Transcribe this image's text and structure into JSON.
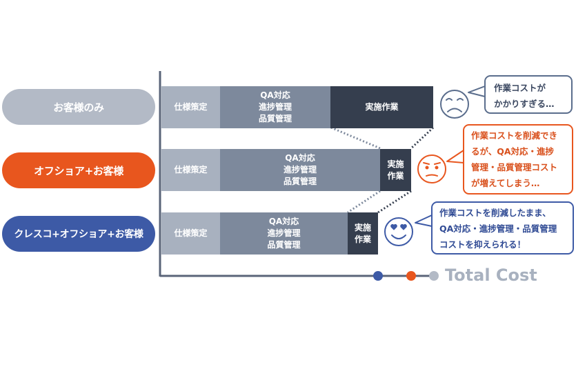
{
  "rows": [
    {
      "label": "お客様のみ",
      "label_color": "#b3bac6",
      "segments": [
        "仕様策定",
        "QA対応\n進捗管理\n品質管理",
        "実施作業"
      ],
      "bubble": "作業コストが\nかかりすぎる…",
      "bubble_color": "#5a6d8c",
      "face_icon": "sad-face-icon"
    },
    {
      "label": "オフショア+お客様",
      "label_color": "#e8561e",
      "segments": [
        "仕様策定",
        "QA対応\n進捗管理\n品質管理",
        "実施\n作業"
      ],
      "bubble": "作業コストを削減でき\nるが、QA対応・進捗\n管理・品質管理コスト\nが増えてしまう…",
      "bubble_color": "#e8561e",
      "face_icon": "worried-face-icon"
    },
    {
      "label": "クレスコ+オフショア+お客様",
      "label_color": "#3d5aa6",
      "segments": [
        "仕様策定",
        "QA対応\n進捗管理\n品質管理",
        "実施\n作業"
      ],
      "bubble": "作業コストを削減したまま、\nQA対応・進捗管理・品質管理\nコストを抑えられる！",
      "bubble_color": "#3d5aa6",
      "face_icon": "heart-eyes-face-icon"
    }
  ],
  "axis": {
    "label": "Total Cost",
    "dot_colors": [
      "#3d5aa6",
      "#e8561e",
      "#b3bac6"
    ]
  },
  "colors": {
    "spec": "#a8b1bf",
    "qa": "#7d899c",
    "work": "#353e4e",
    "axis": "#5a6478"
  }
}
